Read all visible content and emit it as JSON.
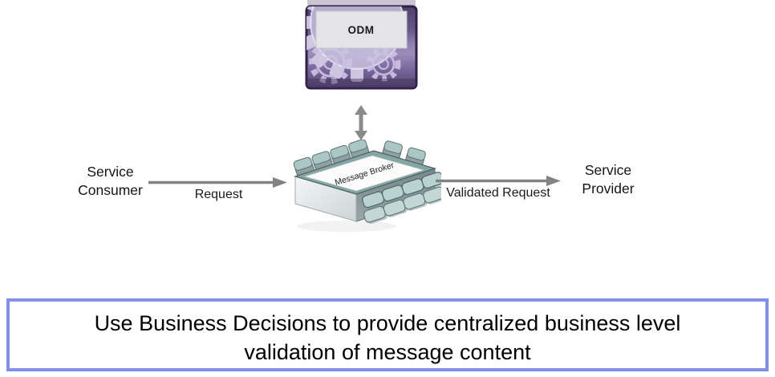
{
  "odm": {
    "label": "ODM"
  },
  "broker": {
    "label": "Message Broker"
  },
  "consumer": {
    "line1": "Service",
    "line2": "Consumer"
  },
  "provider": {
    "line1": "Service",
    "line2": "Provider"
  },
  "request": {
    "label": "Request"
  },
  "validated_request": {
    "label": "Validated Request"
  },
  "caption": {
    "line1": "Use Business Decisions to provide centralized business level",
    "line2": "validation of message content"
  },
  "colors": {
    "caption_border": "#8190e4",
    "odm_purple": "#6a5a8a",
    "odm_border": "#2e2145",
    "gear_light": "#cdc6e1",
    "pin_teal": "#b9d3d0",
    "body_gray": "#8a9798",
    "arrow_gray": "#828282"
  }
}
